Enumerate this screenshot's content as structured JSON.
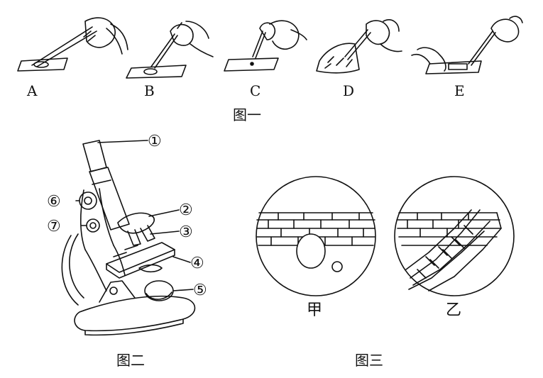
{
  "figure1": {
    "caption": "图一",
    "steps": [
      "A",
      "B",
      "C",
      "D",
      "E"
    ]
  },
  "figure2": {
    "caption": "图二",
    "parts": [
      "①",
      "②",
      "③",
      "④",
      "⑤",
      "⑥",
      "⑦"
    ]
  },
  "figure3": {
    "caption": "图三",
    "views": [
      "甲",
      "乙"
    ]
  }
}
